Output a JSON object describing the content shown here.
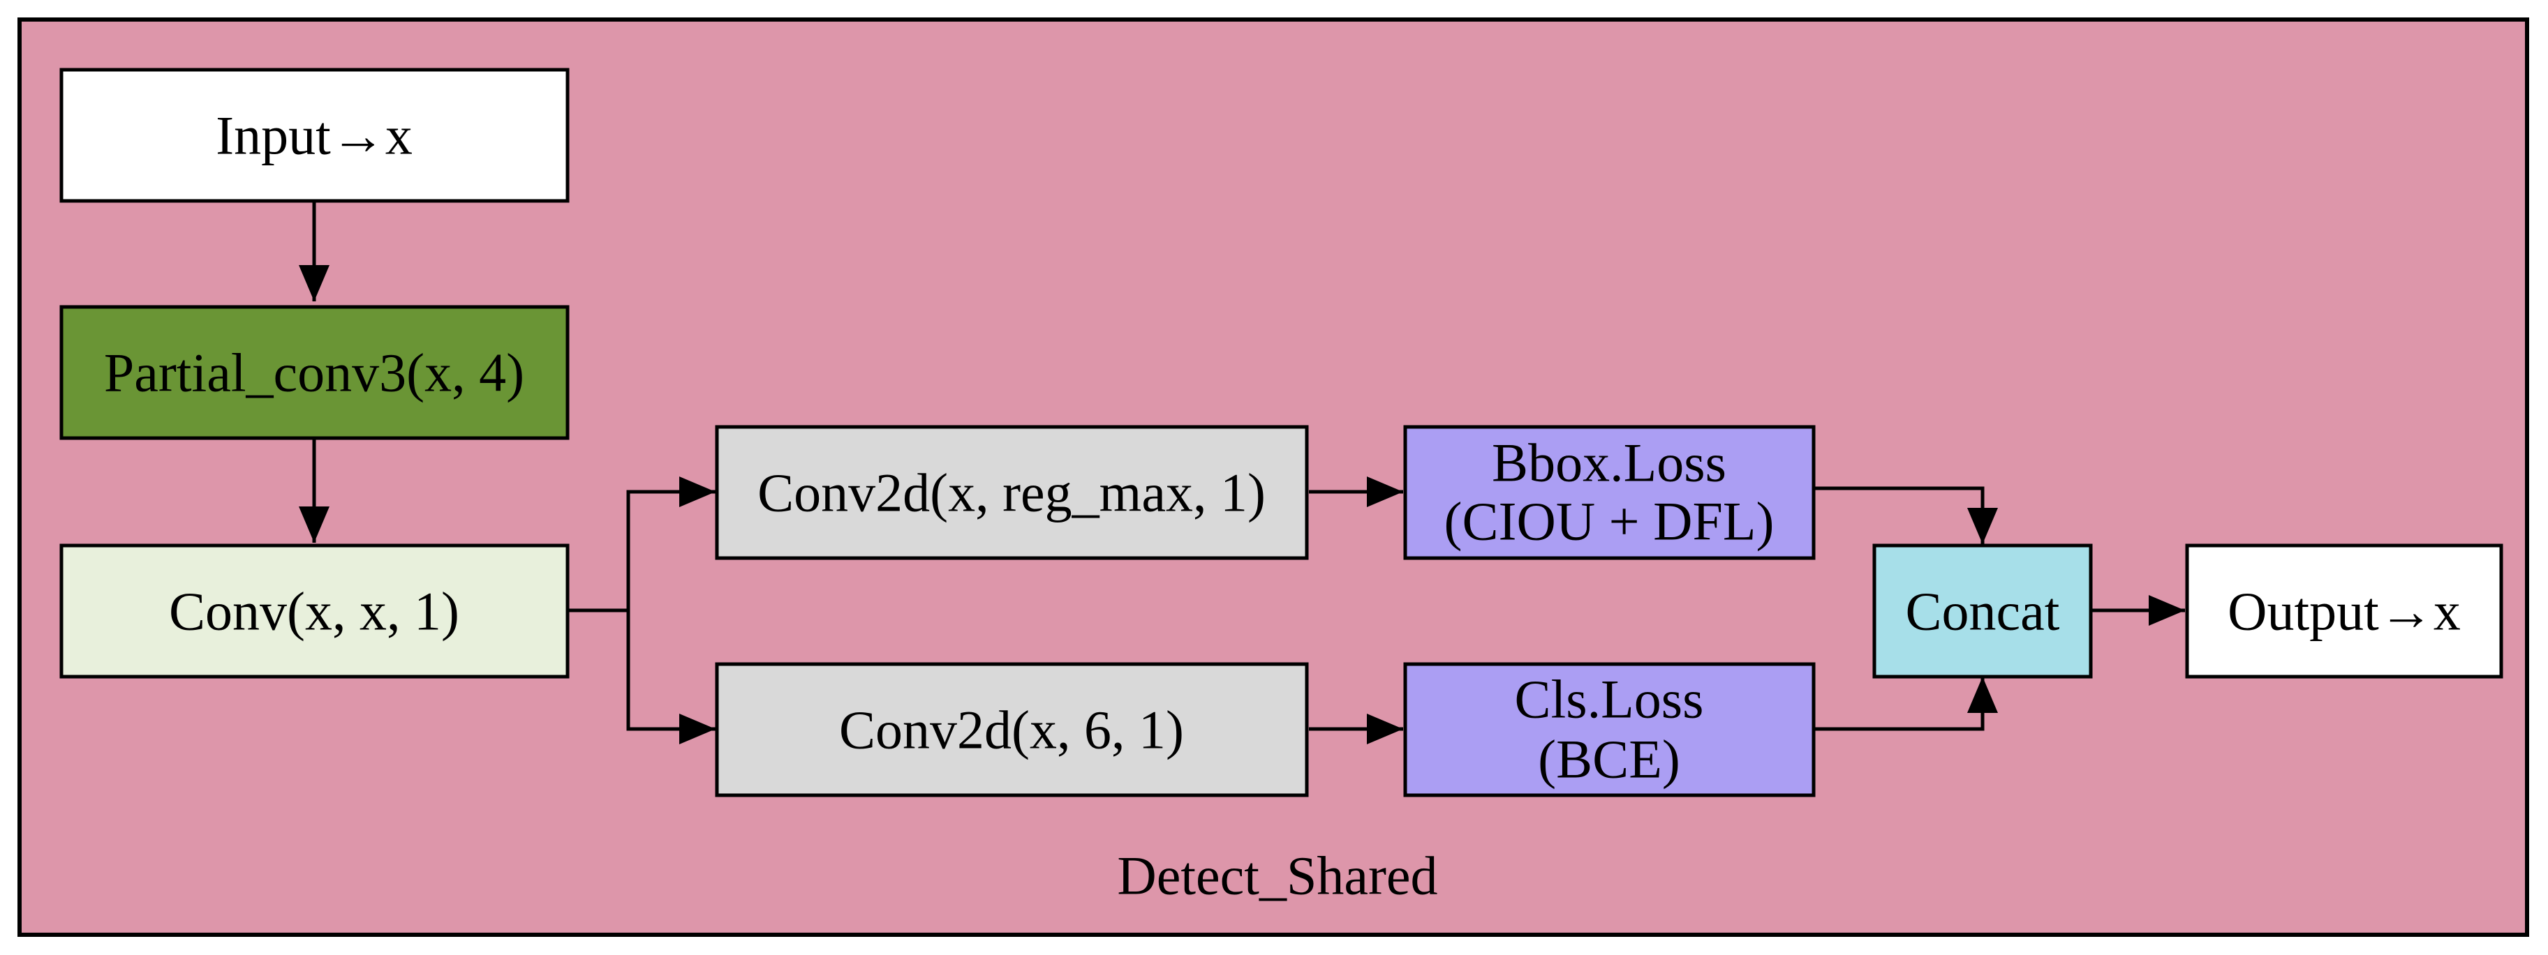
{
  "diagram": {
    "caption": "Detect_Shared",
    "colors": {
      "background": "#dd96aa",
      "input": "#ffffff",
      "partial_conv": "#6a9535",
      "conv": "#e8f0dc",
      "conv2d": "#d9d9d9",
      "loss": "#ab9ef3",
      "concat": "#a7dfe9",
      "output": "#ffffff",
      "line": "#000000"
    },
    "nodes": {
      "input": {
        "label": "Input→x"
      },
      "partial_conv": {
        "label": "Partial_conv3(x, 4)"
      },
      "conv": {
        "label": "Conv(x, x, 1)"
      },
      "conv2d_reg": {
        "label": "Conv2d(x, reg_max, 1)"
      },
      "conv2d_cls": {
        "label": "Conv2d(x, 6, 1)"
      },
      "bbox_loss": {
        "line1": "Bbox.Loss",
        "line2": "(CIOU + DFL)"
      },
      "cls_loss": {
        "line1": "Cls.Loss",
        "line2": "(BCE)"
      },
      "concat": {
        "label": "Concat"
      },
      "output": {
        "label": "Output→x"
      }
    },
    "edges": [
      {
        "from": "Input→x",
        "to": "Partial_conv3(x, 4)"
      },
      {
        "from": "Partial_conv3(x, 4)",
        "to": "Conv(x, x, 1)"
      },
      {
        "from": "Conv(x, x, 1)",
        "to": "Conv2d(x, reg_max, 1)"
      },
      {
        "from": "Conv(x, x, 1)",
        "to": "Conv2d(x, 6, 1)"
      },
      {
        "from": "Conv2d(x, reg_max, 1)",
        "to": "Bbox.Loss"
      },
      {
        "from": "Conv2d(x, 6, 1)",
        "to": "Cls.Loss"
      },
      {
        "from": "Bbox.Loss",
        "to": "Concat"
      },
      {
        "from": "Cls.Loss",
        "to": "Concat"
      },
      {
        "from": "Concat",
        "to": "Output→x"
      }
    ]
  }
}
